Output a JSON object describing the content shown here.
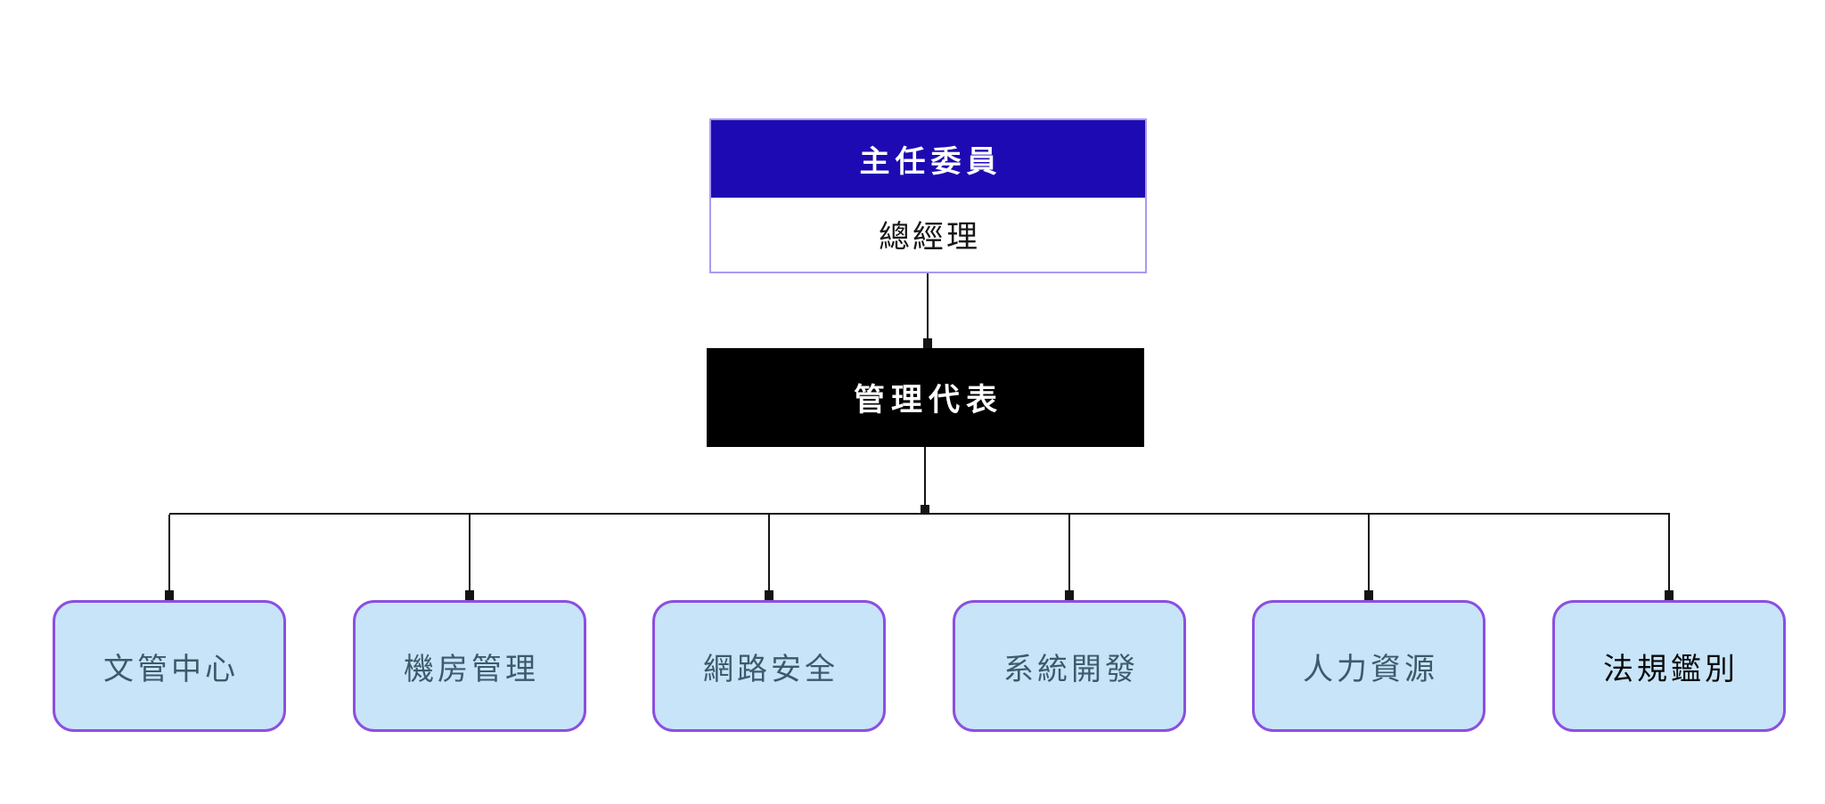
{
  "org_chart": {
    "root": {
      "header": "主任委員",
      "name": "總經理"
    },
    "management_rep": {
      "label": "管理代表"
    },
    "departments": [
      {
        "label": "文管中心"
      },
      {
        "label": "機房管理"
      },
      {
        "label": "網路安全"
      },
      {
        "label": "系統開發"
      },
      {
        "label": "人力資源"
      },
      {
        "label": "法規鑑別",
        "emphasis": true
      }
    ],
    "colors": {
      "header_bg": "#1e0ab2",
      "header_text": "#ffffff",
      "root_border": "#a89af2",
      "manager_bg": "#000000",
      "manager_text": "#ffffff",
      "dept_fill": "#c8e4f8",
      "dept_border": "#8b4fe0",
      "dept_text": "#3c5a6b",
      "dept_text_emphasis": "#0a0a0a",
      "connector": "#141414"
    }
  }
}
